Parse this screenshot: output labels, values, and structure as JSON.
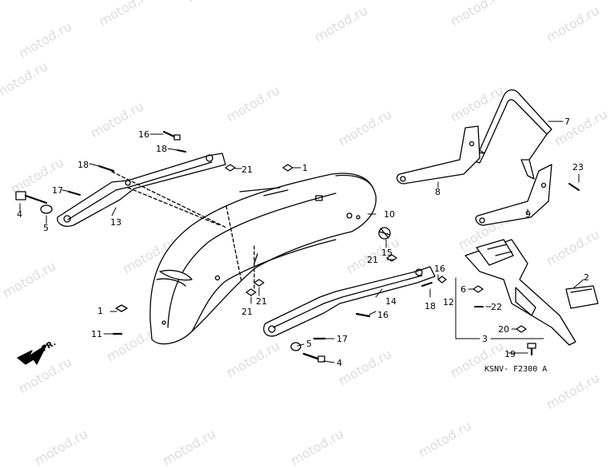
{
  "watermark": "motod.ru",
  "diagram_code": "KSNV- F2300 A",
  "direction_label": "FR.",
  "callouts": {
    "c1": "1",
    "c1b": "1",
    "c2": "2",
    "c3": "3",
    "c4": "4",
    "c4b": "4",
    "c5": "5",
    "c5b": "5",
    "c6": "6",
    "c7": "7",
    "c8": "8",
    "c9": "9",
    "c10": "10",
    "c11": "11",
    "c12": "12",
    "c13": "13",
    "c14": "14",
    "c15": "15",
    "c16": "16",
    "c16b": "16",
    "c16c": "16",
    "c17": "17",
    "c17b": "17",
    "c18": "18",
    "c18b": "18",
    "c18c": "18",
    "c19": "19",
    "c20": "20",
    "c21": "21",
    "c21b": "21",
    "c21c": "21",
    "c21d": "21",
    "c22": "22",
    "c23": "23"
  }
}
